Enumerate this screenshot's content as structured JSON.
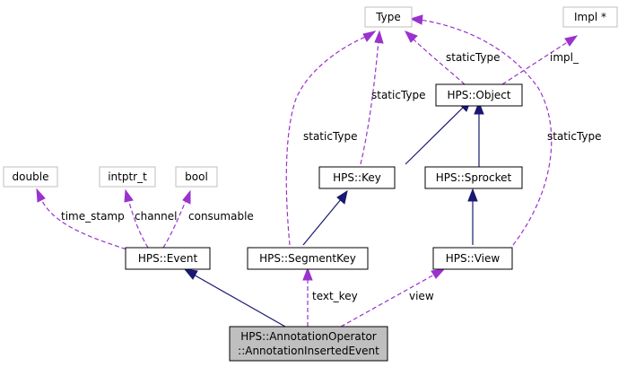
{
  "nodes": {
    "type": "Type",
    "impl": "Impl *",
    "object": "HPS::Object",
    "key": "HPS::Key",
    "sprocket": "HPS::Sprocket",
    "double": "double",
    "intptr": "intptr_t",
    "bool": "bool",
    "event": "HPS::Event",
    "segmentkey": "HPS::SegmentKey",
    "view": "HPS::View",
    "focus_line1": "HPS::AnnotationOperator",
    "focus_line2": "::AnnotationInsertedEvent"
  },
  "edge_labels": {
    "static_type_object": "staticType",
    "impl": "impl_",
    "static_type_key": "staticType",
    "static_type_segmentkey": "staticType",
    "static_type_view": "staticType",
    "time_stamp": "time_stamp",
    "channel": "channel",
    "consumable": "consumable",
    "text_key": "text_key",
    "view": "view"
  },
  "colors": {
    "inheritance": "#191970",
    "usage": "#9a32cd",
    "focus_fill": "#bfbfbf",
    "external_border": "#bfbfbf"
  }
}
